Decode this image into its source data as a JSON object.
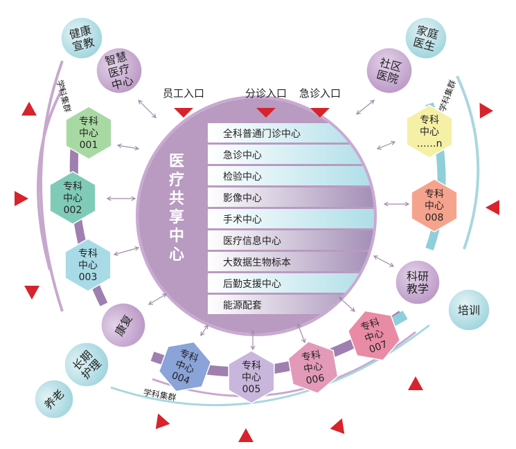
{
  "center": {
    "title_chars": [
      "医",
      "疗",
      "共",
      "享",
      "中",
      "心"
    ],
    "rows": [
      "全科普通门诊中心",
      "急诊中心",
      "检验中心",
      "影像中心",
      "手术中心",
      "医疗信息中心",
      "大数据生物标本",
      "后勤支援中心",
      "能源配套"
    ]
  },
  "entrances": [
    "员工入口",
    "分诊入口",
    "急诊入口"
  ],
  "cluster_labels": [
    "学科集群",
    "学科集群",
    "学科集群"
  ],
  "hexes": [
    {
      "lines": [
        "专科",
        "中心",
        "001"
      ]
    },
    {
      "lines": [
        "专科",
        "中心",
        "002"
      ]
    },
    {
      "lines": [
        "专科",
        "中心",
        "003"
      ]
    },
    {
      "lines": [
        "专科",
        "中心",
        "004"
      ]
    },
    {
      "lines": [
        "专科",
        "中心",
        "005"
      ]
    },
    {
      "lines": [
        "专科",
        "中心",
        "006"
      ]
    },
    {
      "lines": [
        "专科",
        "中心",
        "007"
      ]
    },
    {
      "lines": [
        "专科",
        "中心",
        "008"
      ]
    },
    {
      "lines": [
        "专科",
        "中心",
        "……n"
      ]
    }
  ],
  "circles": [
    {
      "lines": [
        "健康",
        "宣教"
      ]
    },
    {
      "lines": [
        "智慧",
        "医疗",
        "中心"
      ]
    },
    {
      "lines": [
        "家庭",
        "医生"
      ]
    },
    {
      "lines": [
        "社区",
        "医院"
      ]
    },
    {
      "lines": [
        "科研",
        "教学"
      ]
    },
    {
      "lines": [
        "培训"
      ]
    },
    {
      "lines": [
        "康复"
      ]
    },
    {
      "lines": [
        "长期",
        "护理"
      ]
    },
    {
      "lines": [
        "养老"
      ]
    }
  ],
  "colors": {
    "purple": "#b99ac0",
    "center_text": "#ffffff",
    "arrow_red": "#d7232c",
    "teal": "#9fd4dc"
  }
}
